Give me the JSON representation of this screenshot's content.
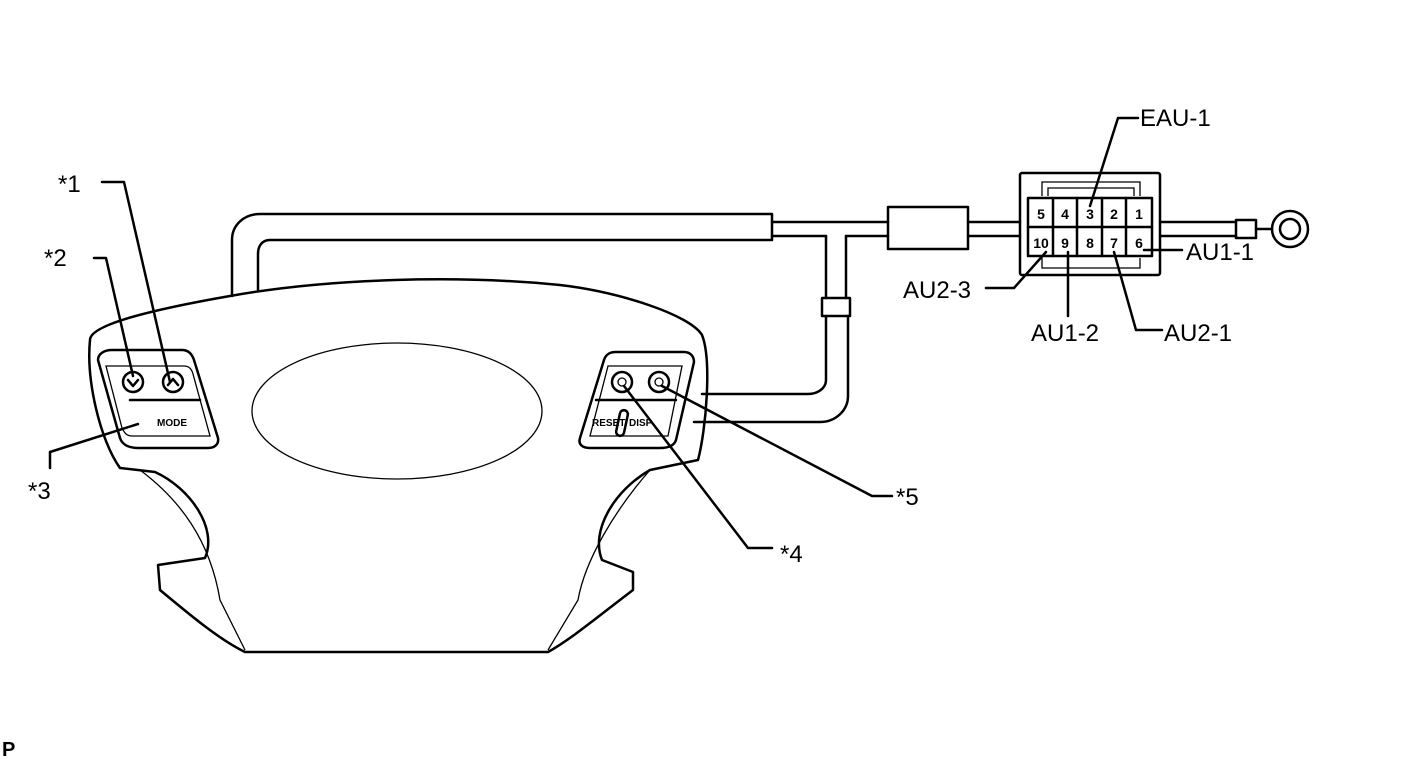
{
  "callouts": {
    "c1": "*1",
    "c2": "*2",
    "c3": "*3",
    "c4": "*4",
    "c5": "*5"
  },
  "switches": {
    "mode": "MODE",
    "reset": "RESET",
    "disp": "DISP"
  },
  "connector": {
    "top_row": [
      "5",
      "4",
      "3",
      "2",
      "1"
    ],
    "bottom_row": [
      "10",
      "9",
      "8",
      "7",
      "6"
    ],
    "labels": {
      "eau1": "EAU-1",
      "au11": "AU1-1",
      "au23": "AU2-3",
      "au12": "AU1-2",
      "au21": "AU2-1"
    }
  },
  "figure_code": "P"
}
